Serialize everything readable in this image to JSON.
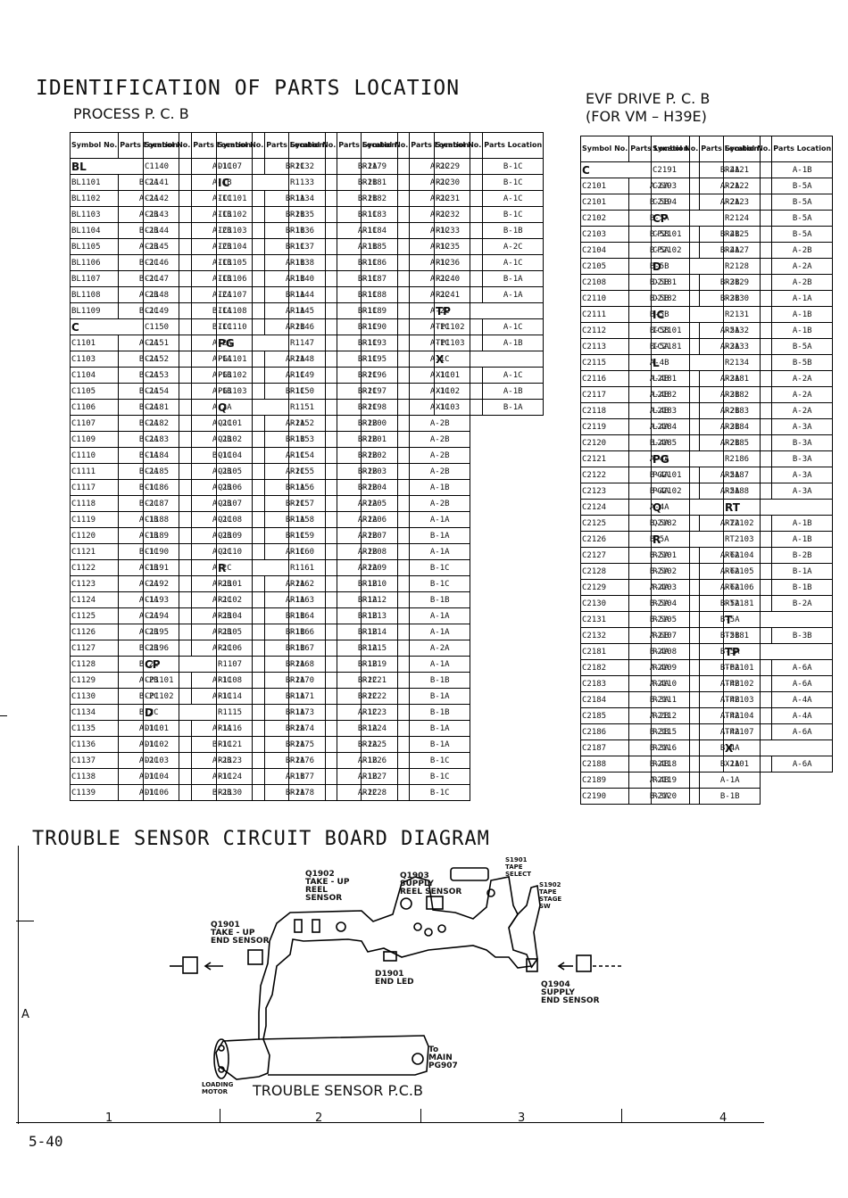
{
  "title": "IDENTIFICATION OF PARTS LOCATION",
  "process_subtitle": "PROCESS P. C. B",
  "evf_title_line1": "EVF DRIVE P. C. B",
  "evf_title_line2": "(FOR VM – H39E)",
  "header_symbol": "Symbol No.",
  "header_location": "Parts Location",
  "process_columns": [
    [
      [
        "BL",
        ""
      ],
      [
        "BL1101",
        "B-2A"
      ],
      [
        "BL1102",
        "A-2A"
      ],
      [
        "BL1103",
        "A-2B"
      ],
      [
        "BL1104",
        "B-2B"
      ],
      [
        "BL1105",
        "A-2B"
      ],
      [
        "BL1106",
        "B-2C"
      ],
      [
        "BL1107",
        "B-2C"
      ],
      [
        "BL1108",
        "A-2B"
      ],
      [
        "BL1109",
        "B-2C"
      ],
      [
        "C",
        ""
      ],
      [
        "C1101",
        "A-2A"
      ],
      [
        "C1103",
        "B-2A"
      ],
      [
        "C1104",
        "B-2A"
      ],
      [
        "C1105",
        "B-2A"
      ],
      [
        "C1106",
        "B-2A"
      ],
      [
        "C1107",
        "B-2A"
      ],
      [
        "C1109",
        "B-2A"
      ],
      [
        "C1110",
        "B-1A"
      ],
      [
        "C1111",
        "B-2A"
      ],
      [
        "C1117",
        "B-1C"
      ],
      [
        "C1118",
        "B-2C"
      ],
      [
        "C1119",
        "A-1B"
      ],
      [
        "C1120",
        "A-1B"
      ],
      [
        "C1121",
        "B-1C"
      ],
      [
        "C1122",
        "A-1B"
      ],
      [
        "C1123",
        "A-2A"
      ],
      [
        "C1124",
        "A-1A"
      ],
      [
        "C1125",
        "A-2A"
      ],
      [
        "C1126",
        "A-2B"
      ],
      [
        "C1127",
        "B-2B"
      ],
      [
        "C1128",
        "B-2C"
      ],
      [
        "C1129",
        "A-2B"
      ],
      [
        "C1130",
        "B-2C"
      ],
      [
        "C1134",
        "B-2C"
      ],
      [
        "C1135",
        "A-1C"
      ],
      [
        "C1136",
        "A-1C"
      ],
      [
        "C1137",
        "A-2C"
      ],
      [
        "C1138",
        "A-1C"
      ],
      [
        "C1139",
        "A-1C"
      ]
    ],
    [
      [
        "C1140",
        "A-1C"
      ],
      [
        "C1141",
        "A-1B"
      ],
      [
        "C1142",
        "A-1C"
      ],
      [
        "C1143",
        "A-1B"
      ],
      [
        "C1144",
        "A-2B"
      ],
      [
        "C1145",
        "A-2B"
      ],
      [
        "C1146",
        "A-1B"
      ],
      [
        "C1147",
        "A-1B"
      ],
      [
        "C1148",
        "A-2A"
      ],
      [
        "C1149",
        "B-1A"
      ],
      [
        "C1150",
        "B-1C"
      ],
      [
        "C1151",
        "A-2A"
      ],
      [
        "C1152",
        "A-1A"
      ],
      [
        "C1153",
        "A-1B"
      ],
      [
        "C1154",
        "A-1B"
      ],
      [
        "C1181",
        "A-2A"
      ],
      [
        "C1182",
        "A-2C"
      ],
      [
        "C1183",
        "A-2B"
      ],
      [
        "C1184",
        "B-1C"
      ],
      [
        "C1185",
        "A-2B"
      ],
      [
        "C1186",
        "A-2B"
      ],
      [
        "C1187",
        "A-2B"
      ],
      [
        "C1188",
        "A-2C"
      ],
      [
        "C1189",
        "A-2B"
      ],
      [
        "C1190",
        "A-2C"
      ],
      [
        "C1191",
        "A-2C"
      ],
      [
        "C1192",
        "A-2B"
      ],
      [
        "C1193",
        "A-2C"
      ],
      [
        "C1194",
        "A-2B"
      ],
      [
        "C1195",
        "A-2B"
      ],
      [
        "C1196",
        "A-2C"
      ],
      [
        "CP",
        ""
      ],
      [
        "CP1101",
        "A-1C"
      ],
      [
        "CP1102",
        "A-1C"
      ],
      [
        "D",
        ""
      ],
      [
        "D1101",
        "A-1A"
      ],
      [
        "D1102",
        "B-1C"
      ],
      [
        "D1103",
        "A-2B"
      ],
      [
        "D1104",
        "A-1C"
      ],
      [
        "D1106",
        "B-2B"
      ]
    ],
    [
      [
        "D1107",
        "B-2C"
      ],
      [
        "IC",
        ""
      ],
      [
        "IC1101",
        "B-1A"
      ],
      [
        "IC1102",
        "B-2B"
      ],
      [
        "IC1103",
        "B-1B"
      ],
      [
        "IC1104",
        "B-1C"
      ],
      [
        "IC1105",
        "A-1B"
      ],
      [
        "IC1106",
        "A-1B"
      ],
      [
        "IC1107",
        "B-1A"
      ],
      [
        "IC1108",
        "A-1A"
      ],
      [
        "IC1110",
        "A-2B"
      ],
      [
        "PG",
        ""
      ],
      [
        "PG1101",
        "A-2A"
      ],
      [
        "PG1102",
        "A-1C"
      ],
      [
        "PG1103",
        "B-1C"
      ],
      [
        "Q",
        ""
      ],
      [
        "Q1101",
        "A-2A"
      ],
      [
        "Q1102",
        "B-1B"
      ],
      [
        "Q1104",
        "A-1C"
      ],
      [
        "Q1105",
        "A-2C"
      ],
      [
        "Q1106",
        "B-1A"
      ],
      [
        "Q1107",
        "B-2C"
      ],
      [
        "Q1108",
        "B-1A"
      ],
      [
        "Q1109",
        "B-1C"
      ],
      [
        "Q1110",
        "A-1C"
      ],
      [
        "R",
        ""
      ],
      [
        "R1101",
        "A-2A"
      ],
      [
        "R1102",
        "A-1A"
      ],
      [
        "R1104",
        "B-1B"
      ],
      [
        "R1105",
        "B-1B"
      ],
      [
        "R1106",
        "B-1B"
      ],
      [
        "R1107",
        "B-2A"
      ],
      [
        "R1108",
        "B-2A"
      ],
      [
        "R1114",
        "B-1A"
      ],
      [
        "R1115",
        "B-1A"
      ],
      [
        "R1116",
        "B-2A"
      ],
      [
        "R1121",
        "B-2A"
      ],
      [
        "R1123",
        "B-2A"
      ],
      [
        "R1124",
        "A-1B"
      ],
      [
        "R1130",
        "B-2A"
      ]
    ],
    [
      [
        "R1132",
        "B-2A"
      ],
      [
        "R1133",
        "B-2B"
      ],
      [
        "R1134",
        "B-2B"
      ],
      [
        "R1135",
        "B-1C"
      ],
      [
        "R1136",
        "A-1C"
      ],
      [
        "R1137",
        "A-1B"
      ],
      [
        "R1138",
        "B-1C"
      ],
      [
        "R1140",
        "B-1C"
      ],
      [
        "R1144",
        "B-1C"
      ],
      [
        "R1145",
        "B-1C"
      ],
      [
        "R1146",
        "B-1C"
      ],
      [
        "R1147",
        "B-1C"
      ],
      [
        "R1148",
        "B-1C"
      ],
      [
        "R1149",
        "B-2C"
      ],
      [
        "R1150",
        "B-2C"
      ],
      [
        "R1151",
        "B-2C"
      ],
      [
        "R1152",
        "B-2B"
      ],
      [
        "R1153",
        "B-2B"
      ],
      [
        "R1154",
        "B-2B"
      ],
      [
        "R1155",
        "B-2B"
      ],
      [
        "R1156",
        "B-2B"
      ],
      [
        "R1157",
        "A-2A"
      ],
      [
        "R1158",
        "A-2A"
      ],
      [
        "R1159",
        "A-2B"
      ],
      [
        "R1160",
        "A-2B"
      ],
      [
        "R1161",
        "A-2A"
      ],
      [
        "R1162",
        "B-1B"
      ],
      [
        "R1163",
        "B-1A"
      ],
      [
        "R1164",
        "B-1B"
      ],
      [
        "R1166",
        "B-1B"
      ],
      [
        "R1167",
        "B-1A"
      ],
      [
        "R1168",
        "B-1B"
      ],
      [
        "R1170",
        "B-2C"
      ],
      [
        "R1171",
        "B-2C"
      ],
      [
        "R1173",
        "A-1C"
      ],
      [
        "R1174",
        "B-1A"
      ],
      [
        "R1175",
        "B-2A"
      ],
      [
        "R1176",
        "A-1B"
      ],
      [
        "R1177",
        "A-1B"
      ],
      [
        "R1178",
        "A-2C"
      ]
    ],
    [
      [
        "R1179",
        "A-2C"
      ],
      [
        "R1181",
        "A-2C"
      ],
      [
        "R1182",
        "A-2C"
      ],
      [
        "R1183",
        "A-2C"
      ],
      [
        "R1184",
        "A-1C"
      ],
      [
        "R1185",
        "A-1C"
      ],
      [
        "R1186",
        "A-1C"
      ],
      [
        "R1187",
        "A-2C"
      ],
      [
        "R1188",
        "A-2C"
      ],
      [
        "R1189",
        "A-2C"
      ],
      [
        "R1190",
        "A-1C"
      ],
      [
        "R1193",
        "A-1C"
      ],
      [
        "R1195",
        "A-1C"
      ],
      [
        "R1196",
        "A-1C"
      ],
      [
        "R1197",
        "A-1C"
      ],
      [
        "R1198",
        "A-1C"
      ],
      [
        "R1200",
        "A-2B"
      ],
      [
        "R1201",
        "A-2B"
      ],
      [
        "R1202",
        "A-2B"
      ],
      [
        "R1203",
        "A-2B"
      ],
      [
        "R1204",
        "A-1B"
      ],
      [
        "R1205",
        "A-2B"
      ],
      [
        "R1206",
        "A-1A"
      ],
      [
        "R1207",
        "B-1A"
      ],
      [
        "R1208",
        "A-1A"
      ],
      [
        "R1209",
        "B-1C"
      ],
      [
        "R1210",
        "B-1C"
      ],
      [
        "R1212",
        "B-1B"
      ],
      [
        "R1213",
        "A-1A"
      ],
      [
        "R1214",
        "A-1A"
      ],
      [
        "R1215",
        "A-2A"
      ],
      [
        "R1219",
        "A-1A"
      ],
      [
        "R1221",
        "B-1B"
      ],
      [
        "R1222",
        "B-1A"
      ],
      [
        "R1223",
        "B-1B"
      ],
      [
        "R1224",
        "B-1A"
      ],
      [
        "R1225",
        "B-1A"
      ],
      [
        "R1226",
        "B-1C"
      ],
      [
        "R1227",
        "B-1C"
      ],
      [
        "R1228",
        "B-1C"
      ]
    ],
    [
      [
        "R1229",
        "B-1C"
      ],
      [
        "R1230",
        "B-1C"
      ],
      [
        "R1231",
        "A-1C"
      ],
      [
        "R1232",
        "B-1C"
      ],
      [
        "R1233",
        "B-1B"
      ],
      [
        "R1235",
        "A-2C"
      ],
      [
        "R1236",
        "A-1C"
      ],
      [
        "R1240",
        "B-1A"
      ],
      [
        "R1241",
        "A-1A"
      ],
      [
        "TP",
        ""
      ],
      [
        "TP1102",
        "A-1C"
      ],
      [
        "TP1103",
        "A-1B"
      ],
      [
        "X",
        ""
      ],
      [
        "X1101",
        "A-1C"
      ],
      [
        "X1102",
        "A-1B"
      ],
      [
        "X1103",
        "B-1A"
      ]
    ]
  ],
  "evf_columns": [
    [
      [
        "C",
        ""
      ],
      [
        "C2101",
        "A-6A"
      ],
      [
        "C2101",
        "B-5B"
      ],
      [
        "C2102",
        "B-5A"
      ],
      [
        "C2103",
        "B-5B"
      ],
      [
        "C2104",
        "B-5A"
      ],
      [
        "C2105",
        "B-5B"
      ],
      [
        "C2108",
        "B-5B"
      ],
      [
        "C2110",
        "B-5B"
      ],
      [
        "C2111",
        "B-5B"
      ],
      [
        "C2112",
        "B-5B"
      ],
      [
        "C2113",
        "B-5A"
      ],
      [
        "C2115",
        "A-4B"
      ],
      [
        "C2116",
        "A-4B"
      ],
      [
        "C2117",
        "A-4B"
      ],
      [
        "C2118",
        "A-4B"
      ],
      [
        "C2119",
        "A-4A"
      ],
      [
        "C2120",
        "B-4A"
      ],
      [
        "C2121",
        "A-4A"
      ],
      [
        "C2122",
        "B-4A"
      ],
      [
        "C2123",
        "B-4A"
      ],
      [
        "C2124",
        "A-4A"
      ],
      [
        "C2125",
        "B-5A"
      ],
      [
        "C2126",
        "B-5A"
      ],
      [
        "C2127",
        "B-5A"
      ],
      [
        "C2128",
        "B-5A"
      ],
      [
        "C2129",
        "A-4A"
      ],
      [
        "C2130",
        "B-5A"
      ],
      [
        "C2131",
        "B-5A"
      ],
      [
        "C2132",
        "A-6B"
      ],
      [
        "C2181",
        "B-4A"
      ],
      [
        "C2182",
        "A-4A"
      ],
      [
        "C2183",
        "A-4A"
      ],
      [
        "C2184",
        "B-3A"
      ],
      [
        "C2185",
        "A-2B"
      ],
      [
        "C2186",
        "B-3B"
      ],
      [
        "C2187",
        "B-3A"
      ],
      [
        "C2188",
        "B-4B"
      ],
      [
        "C2189",
        "A-4B"
      ],
      [
        "C2190",
        "B-3A"
      ]
    ],
    [
      [
        "C2191",
        "B-4A"
      ],
      [
        "C2193",
        "A-2A"
      ],
      [
        "C2194",
        "A-2A"
      ],
      [
        "CP",
        ""
      ],
      [
        "CP2101",
        "B-4B"
      ],
      [
        "CP2102",
        "B-4A"
      ],
      [
        "D",
        ""
      ],
      [
        "D2181",
        "B-3B"
      ],
      [
        "D2182",
        "B-3B"
      ],
      [
        "IC",
        ""
      ],
      [
        "IC2101",
        "A-5A"
      ],
      [
        "IC2181",
        "A-3A"
      ],
      [
        "L",
        ""
      ],
      [
        "L2181",
        "A-3A"
      ],
      [
        "L2182",
        "A-3B"
      ],
      [
        "L2183",
        "A-2B"
      ],
      [
        "L2184",
        "A-3B"
      ],
      [
        "L2185",
        "A-2B"
      ],
      [
        "PG",
        ""
      ],
      [
        "PG2101",
        "A-5A"
      ],
      [
        "PG2102",
        "A-5A"
      ],
      [
        "Q",
        ""
      ],
      [
        "Q2182",
        "A-2A"
      ],
      [
        "R",
        ""
      ],
      [
        "R2101",
        "A-6A"
      ],
      [
        "R2102",
        "A-6A"
      ],
      [
        "R2103",
        "A-6A"
      ],
      [
        "R2104",
        "B-5A"
      ],
      [
        "R2105",
        "B-5A"
      ],
      [
        "R2107",
        "B-5B"
      ],
      [
        "R2108",
        "B-5A"
      ],
      [
        "R2109",
        "B-6A"
      ],
      [
        "R2110",
        "A-4B"
      ],
      [
        "R2111",
        "A-4B"
      ],
      [
        "R2112",
        "A-4A"
      ],
      [
        "R2115",
        "A-4A"
      ],
      [
        "R2116",
        "B-4A"
      ],
      [
        "R2118",
        "B-1A"
      ],
      [
        "R2119",
        "A-1A"
      ],
      [
        "R2120",
        "B-1B"
      ]
    ],
    [
      [
        "R2121",
        "A-1B"
      ],
      [
        "R2122",
        "B-5A"
      ],
      [
        "R2123",
        "B-5A"
      ],
      [
        "R2124",
        "B-5A"
      ],
      [
        "R2125",
        "B-5A"
      ],
      [
        "R2127",
        "A-2B"
      ],
      [
        "R2128",
        "A-2A"
      ],
      [
        "R2129",
        "A-2B"
      ],
      [
        "R2130",
        "A-1A"
      ],
      [
        "R2131",
        "A-1B"
      ],
      [
        "R2132",
        "A-1B"
      ],
      [
        "R2133",
        "B-5A"
      ],
      [
        "R2134",
        "B-5B"
      ],
      [
        "R2181",
        "A-2A"
      ],
      [
        "R2182",
        "A-2A"
      ],
      [
        "R2183",
        "A-2A"
      ],
      [
        "R2184",
        "A-3A"
      ],
      [
        "R2185",
        "B-3A"
      ],
      [
        "R2186",
        "B-3A"
      ],
      [
        "R2187",
        "A-3A"
      ],
      [
        "R2188",
        "A-3A"
      ],
      [
        "RT",
        ""
      ],
      [
        "RT2102",
        "A-1B"
      ],
      [
        "RT2103",
        "A-1B"
      ],
      [
        "RT2104",
        "B-2B"
      ],
      [
        "RT2105",
        "B-1A"
      ],
      [
        "RT2106",
        "B-1B"
      ],
      [
        "RT2181",
        "B-2A"
      ],
      [
        "T",
        ""
      ],
      [
        "T2181",
        "B-3B"
      ],
      [
        "TP",
        ""
      ],
      [
        "TP2101",
        "A-6A"
      ],
      [
        "TP2102",
        "A-6A"
      ],
      [
        "TP2103",
        "A-4A"
      ],
      [
        "TP2104",
        "A-4A"
      ],
      [
        "TP2107",
        "A-6A"
      ],
      [
        "X",
        ""
      ],
      [
        "X2101",
        "A-6A"
      ]
    ]
  ],
  "trouble_title": "TROUBLE SENSOR CIRCUIT BOARD DIAGRAM",
  "diagram_labels": {
    "q1902": "Q1902\nTAKE - UP\nREEL\nSENSOR",
    "q1903": "Q1903\nSUPPLY\nREEL SENSOR",
    "s1901": "S1901\nTAPE\nSELECT",
    "s1902": "S1902\nTAPE\nSTAGE\nSW",
    "q1901": "Q1901\nTAKE - UP\nEND SENSOR",
    "d1901": "D1901\nEND LED",
    "q1904": "Q1904\nSUPPLY\nEND SENSOR",
    "to_main": "To\nMAIN\nPG907",
    "loading": "LOADING\nMOTOR"
  },
  "pcb_title": "TROUBLE SENSOR P.C.B",
  "grid_row": "A",
  "grid_cols": [
    "1",
    "2",
    "3",
    "4"
  ],
  "page_number": "5-40"
}
